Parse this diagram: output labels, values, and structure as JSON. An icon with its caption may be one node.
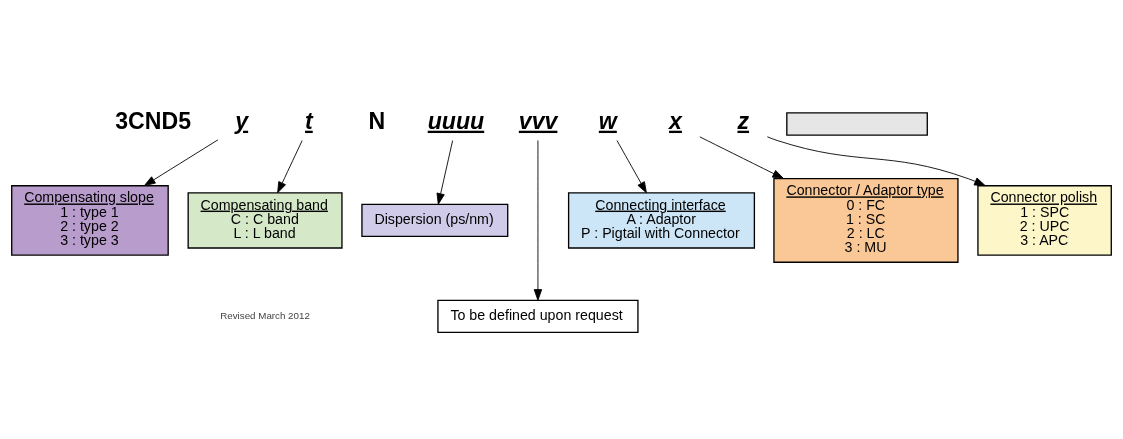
{
  "diagram": {
    "nodes": [
      {
        "text": [
          "Compensating slope",
          "1 : type 1",
          "2 : type 2",
          "3 : type 3"
        ]
      },
      {
        "text": [
          "Compensating band",
          "C : C band",
          "L : L band"
        ]
      },
      {
        "text": [
          "Dispersion (ps/nm)"
        ]
      },
      {
        "text": [
          "Connecting interface",
          "A : Adaptor",
          "P : Pigtail with Connector"
        ]
      },
      {
        "text": [
          "Connector / Adaptor type",
          "0 : FC",
          "1 : SC",
          "2 : LC",
          "3 : MU"
        ]
      },
      {
        "text": [
          "Connector polish",
          "1 : SPC",
          "2 : UPC",
          "3 : APC"
        ]
      },
      {
        "text": [
          "To be defined upon request"
        ]
      },
      {
        "text": [
          "y"
        ]
      },
      {
        "text": [
          "t"
        ]
      },
      {
        "text": [
          "uuuu"
        ]
      },
      {
        "text": [
          "vvv"
        ]
      },
      {
        "text": [
          "w"
        ]
      },
      {
        "text": [
          "x"
        ]
      },
      {
        "text": [
          "z"
        ]
      },
      {
        "text": [],
        "shape": "box"
      }
    ],
    "edges": [
      {
        "from": 7,
        "to": 0,
        "arrow": "to"
      },
      {
        "from": 8,
        "to": 1,
        "arrow": "to"
      },
      {
        "from": 9,
        "to": 2,
        "arrow": "to"
      },
      {
        "from": 10,
        "to": 6,
        "arrow": "to"
      },
      {
        "from": 11,
        "to": 3,
        "arrow": "to"
      },
      {
        "from": 12,
        "to": 4,
        "arrow": "to"
      },
      {
        "from": 13,
        "to": 5,
        "arrow": "to"
      }
    ],
    "labels": [
      "3CND5",
      "N",
      "Revised March 2012"
    ]
  }
}
